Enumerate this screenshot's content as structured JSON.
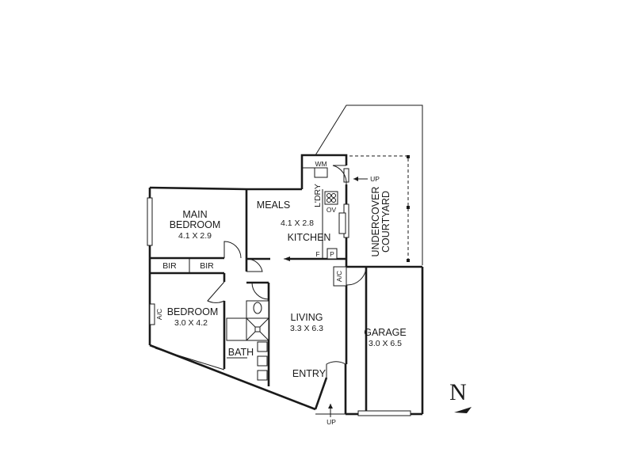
{
  "rooms": {
    "main_bedroom": {
      "name_line1": "MAIN",
      "name_line2": "BEDROOM",
      "size": "4.1 X 2.9"
    },
    "meals": {
      "name": "MEALS",
      "size": "4.1 X 2.8"
    },
    "kitchen": {
      "name": "KITCHEN"
    },
    "laundry": {
      "name": "L'DRY"
    },
    "bedroom": {
      "name": "BEDROOM",
      "size": "3.0 X 4.2"
    },
    "living": {
      "name": "LIVING",
      "size": "3.3 X 6.3"
    },
    "bath": {
      "name": "BATH"
    },
    "entry": {
      "name": "ENTRY"
    },
    "garage": {
      "name": "GARAGE",
      "size": "3.0 X 6.5"
    },
    "courtyard": {
      "name_line1": "UNDERCOVER",
      "name_line2": "COURTYARD"
    }
  },
  "fixtures": {
    "bir_left": "BIR",
    "bir_right": "BIR",
    "ac_bedroom": "A/C",
    "ac_living": "A/C",
    "fridge": "F",
    "pantry": "P",
    "washing_machine": "WM",
    "oven": "OV",
    "up_courtyard": "UP",
    "up_entry": "UP"
  },
  "compass": {
    "label": "N"
  }
}
